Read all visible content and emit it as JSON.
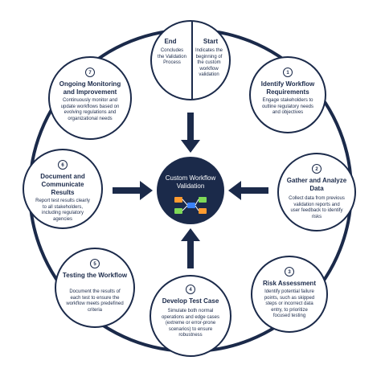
{
  "colors": {
    "navy": "#1b2a4a",
    "white": "#ffffff",
    "accent_green": "#7ed957",
    "accent_orange": "#ff9b2f",
    "accent_blue": "#3b82f6"
  },
  "center": {
    "label": "Custom Workflow Validation",
    "icon": "workflow-diagram-icon"
  },
  "top": {
    "end_title": "End",
    "end_desc": "Concludes the Validation Process",
    "start_title": "Start",
    "start_desc": "Indicates the beginning of the custom workflow validation"
  },
  "steps": [
    {
      "number": "1",
      "title": "Identify Workflow Requirements",
      "desc": "Engage stakeholders to outline regulatory needs and objectives"
    },
    {
      "number": "2",
      "title": "Gather and Analyze Data",
      "desc": "Collect data from previous validation reports and user feedback to identify risks"
    },
    {
      "number": "3",
      "title": "Risk Assessment",
      "desc": "Identify potential failure points, such as skipped steps or incorrect data entry, to prioritize focused testing"
    },
    {
      "number": "4",
      "title": "Develop Test Case",
      "desc": "Simulate both normal operations and edge cases (extreme or error-prone scenarios) to ensure robustness"
    },
    {
      "number": "5",
      "title": "Testing the Workflow",
      "desc": "Document the results of each test to ensure the workflow meets predefined criteria"
    },
    {
      "number": "6",
      "title": "Document and Communicate Results",
      "desc": "Report test results clearly to all stakeholders, including regulatory agencies"
    },
    {
      "number": "7",
      "title": "Ongoing Monitoring and Improvement",
      "desc": "Continuously monitor and update workflows based on evolving regulations and organizational needs"
    }
  ]
}
